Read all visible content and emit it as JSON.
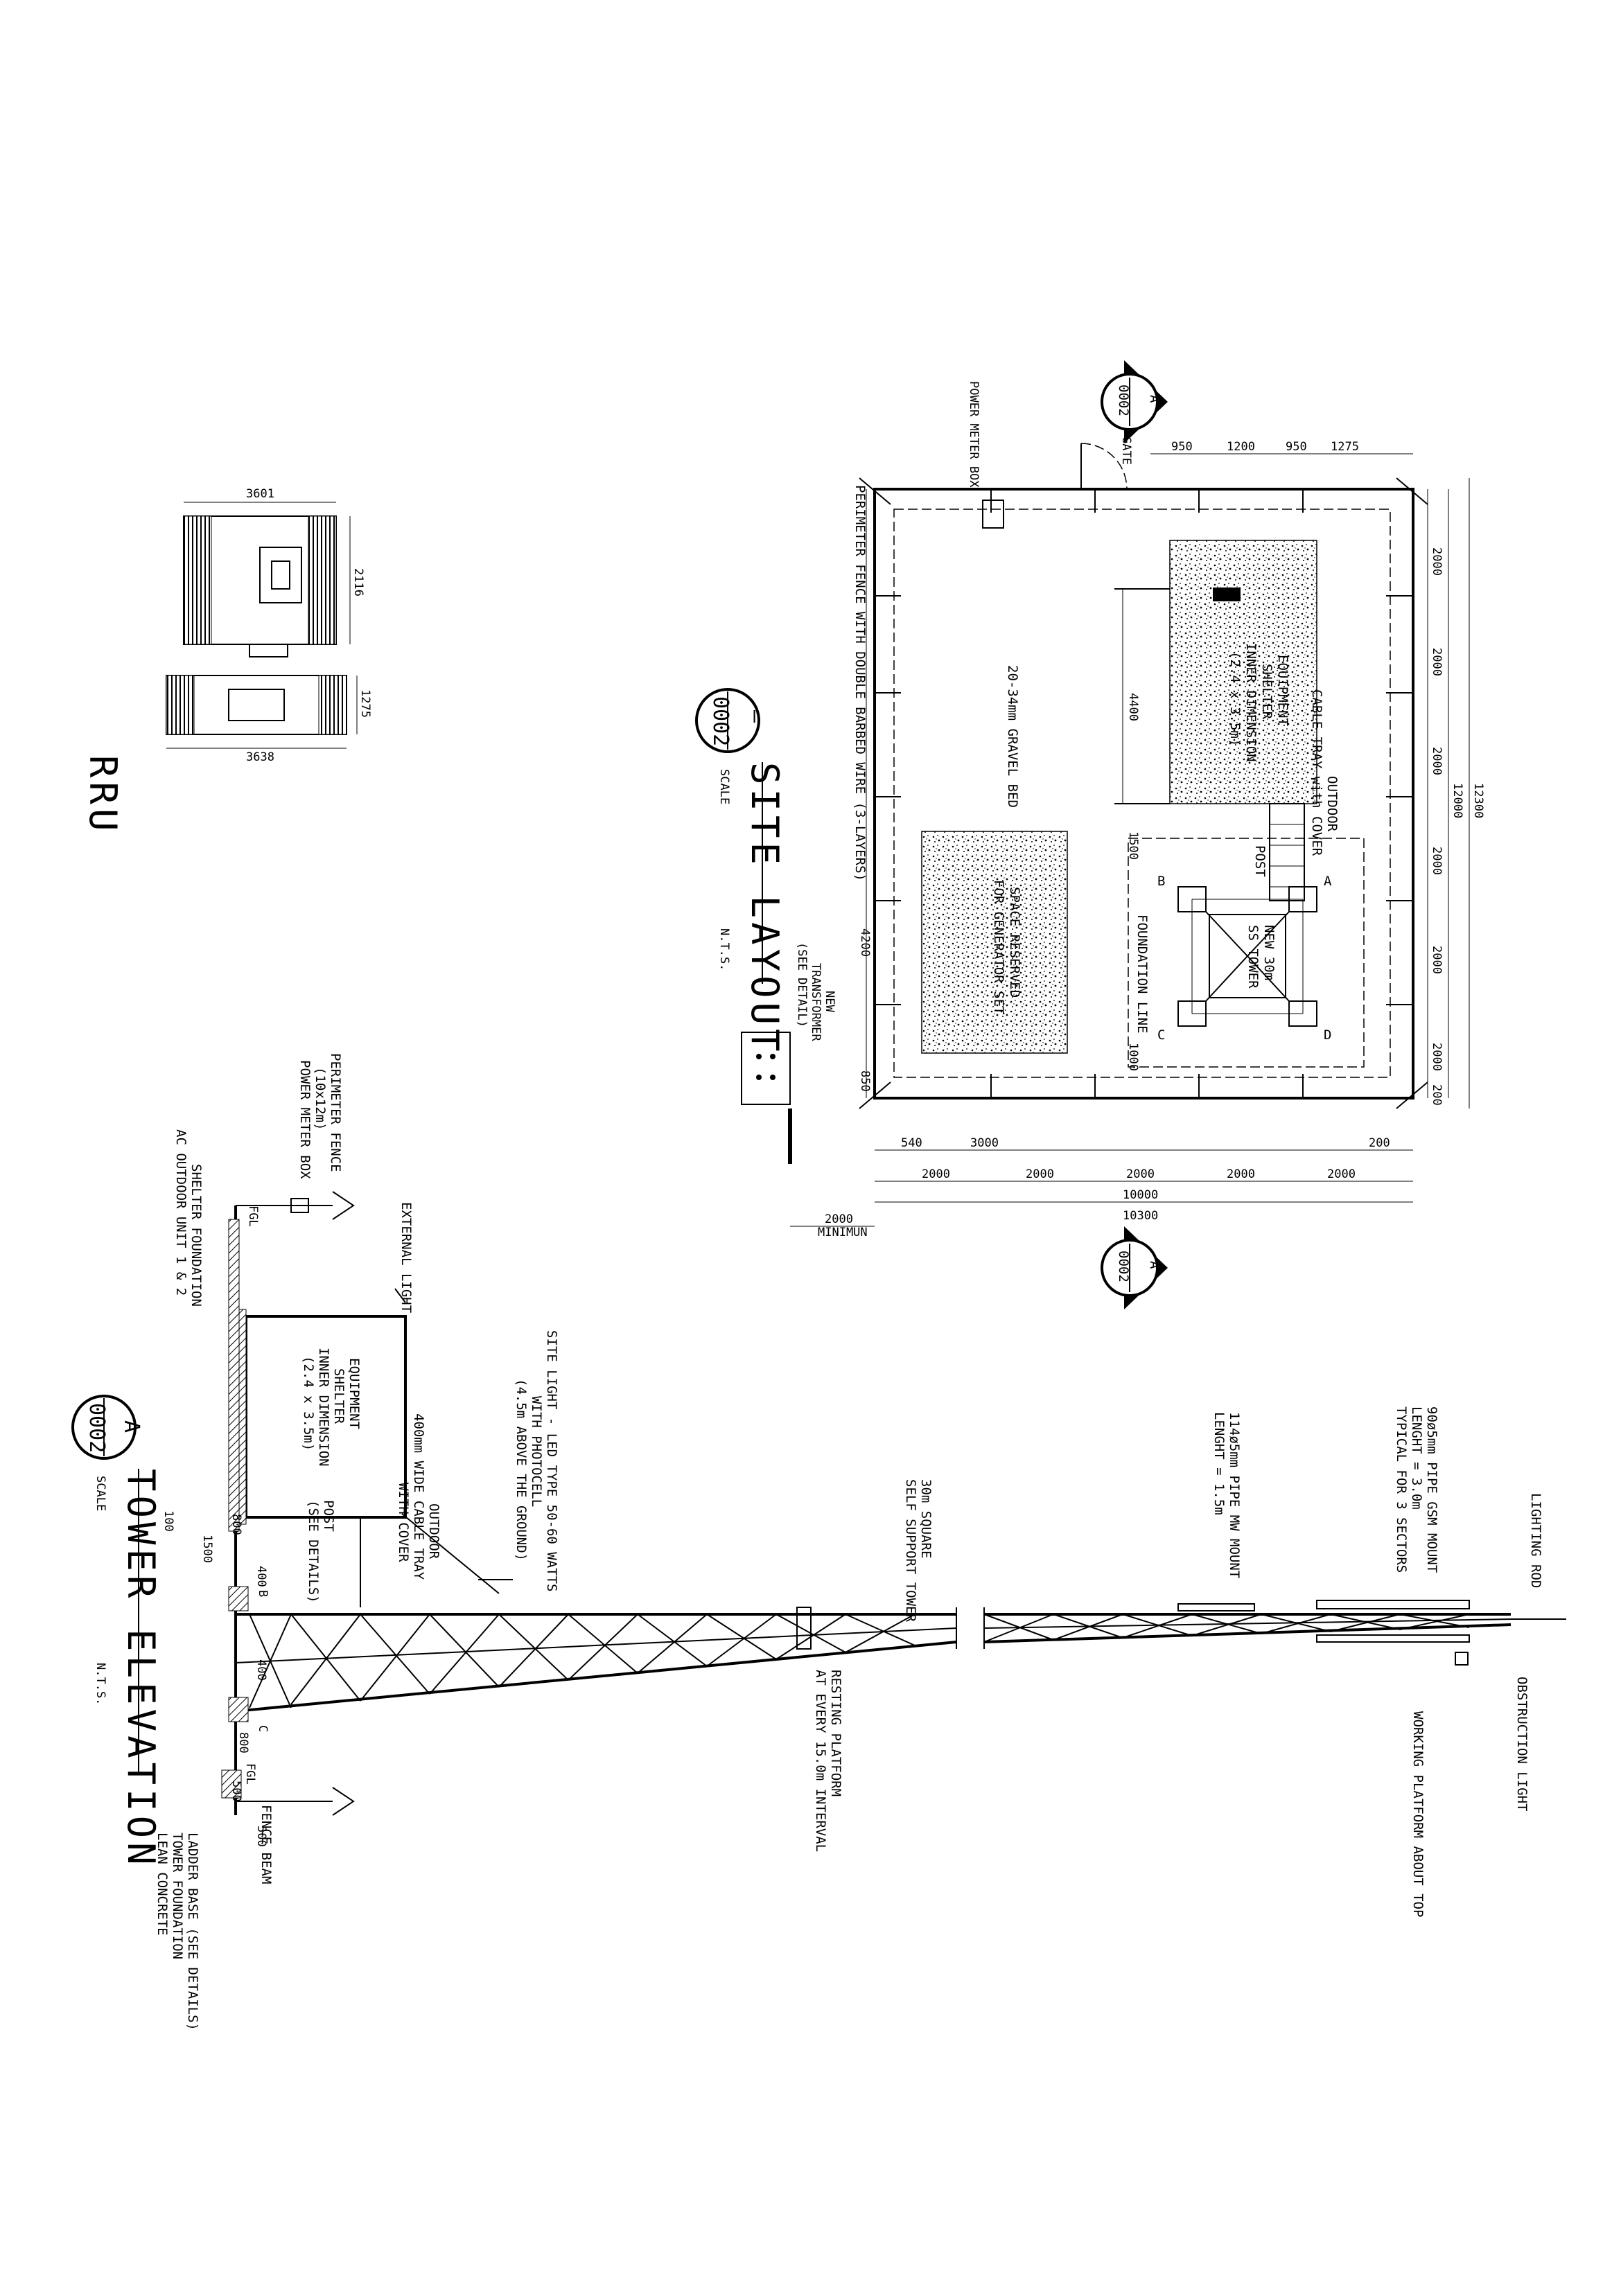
{
  "site_layout": {
    "title": "SITE LAYOUT",
    "scale_label": "SCALE",
    "scale_value": "N.T.S.",
    "bubble_top": "—",
    "bubble_bottom": "0002",
    "section_marker": {
      "letter": "A",
      "sheet": "0002"
    },
    "labels": {
      "power_meter_box": "POWER METER BOX",
      "gate": "GATE",
      "perimeter_fence": "PERIMETER FENCE WITH DOUBLE BARBED WIRE (3-LAYERS)",
      "gravel_bed": "20-34mm GRAVEL BED",
      "equipment_shelter_1": "EQUIPMENT",
      "equipment_shelter_2": "SHELTER",
      "equipment_shelter_3": "INNER DIMENSION",
      "equipment_shelter_4": "(2.4 x 3.5m)",
      "cable_tray_1": "OUTDOOR",
      "cable_tray_2": "CABLE TRAY with COVER",
      "post": "POST",
      "tower_1": "NEW 30m",
      "tower_2": "SS TOWER",
      "foundation_line": "FOUNDATION LINE",
      "space_reserved_1": "SPACE RESERVED",
      "space_reserved_2": "FOR GENERATOR SET",
      "transformer_1": "NEW",
      "transformer_2": "TRANSFORMER",
      "transformer_3": "(SEE DETAIL)",
      "minimun": "MINIMUN",
      "corner_a": "A",
      "corner_b": "B",
      "corner_c": "C",
      "corner_d": "D"
    },
    "dims": {
      "top_950a": "950",
      "top_1200": "1200",
      "top_950b": "950",
      "top_1275": "1275",
      "right_2000_1": "2000",
      "right_2000_2": "2000",
      "right_2000_3": "2000",
      "right_2000_4": "2000",
      "right_2000_5": "2000",
      "right_2000_6": "2000",
      "right_200": "200",
      "right_12000": "12000",
      "right_12300": "12300",
      "bottom_540": "540",
      "bottom_3000": "3000",
      "bottom_200": "200",
      "bottom_2000_1": "2000",
      "bottom_2000_2": "2000",
      "bottom_2000_3": "2000",
      "bottom_2000_4": "2000",
      "bottom_2000_5": "2000",
      "bottom_10000": "10000",
      "bottom_10300": "10300",
      "bottom_2000_min": "2000",
      "left_4400": "4400",
      "left_1500": "1500",
      "left_4200": "4200",
      "left_1000": "1000",
      "left_850": "850"
    }
  },
  "rru": {
    "title": "RRU",
    "dim_3601": "3601",
    "dim_2116": "2116",
    "dim_1275": "1275",
    "dim_3638": "3638"
  },
  "tower_elevation": {
    "title": "TOWER ELEVATION",
    "scale_label": "SCALE",
    "scale_value": "N.T.S.",
    "bubble_top": "A",
    "bubble_bottom": "0002",
    "labels": {
      "lighting_rod": "LIGHTING ROD",
      "gsm_mount_1": "90ø5mm PIPE GSM MOUNT",
      "gsm_mount_2": "LENGHT = 3.0m",
      "gsm_mount_3": "TYPICAL FOR 3 SECTORS",
      "mw_mount_1": "114ø5mm PIPE MW MOUNT",
      "mw_mount_2": "LENGHT = 1.5m",
      "self_support_1": "30m SQUARE",
      "self_support_2": "SELF SUPPORT TOWER",
      "site_light_1": "SITE LIGHT - LED TYPE 50-60 WATTS",
      "site_light_2": "WITH PHOTOCELL",
      "site_light_3": "(4.5m ABOVE THE GROUND)",
      "external_light": "EXTERNAL LIGHT",
      "perimeter_fence_1": "PERIMETER FENCE",
      "perimeter_fence_2": "(10x12m)",
      "power_meter_box": "POWER METER BOX",
      "shelter_foundation": "SHELTER FOUNDATION",
      "ac_outdoor": "AC OUTDOOR UNIT 1 & 2",
      "equipment_shelter_1": "EQUIPMENT",
      "equipment_shelter_2": "SHELTER",
      "equipment_shelter_3": "INNER DIMENSION",
      "equipment_shelter_4": "(2.4 x 3.5m)",
      "cable_tray_1": "OUTDOOR",
      "cable_tray_2": "400mm WIDE CABLE TRAY",
      "cable_tray_3": "WITH COVER",
      "post_1": "POST",
      "post_2": "(SEE DETAILS)",
      "obstruction_light": "OBSTRUCTION LIGHT",
      "working_platform": "WORKING PLATFORM ABOUT TOP",
      "resting_platform_1": "RESTING PLATFORM",
      "resting_platform_2": "AT EVERY 15.0m INTERVAL",
      "fence_beam": "FENCE BEAM",
      "ladder_base": "LADDER BASE (SEE DETAILS)",
      "tower_foundation": "TOWER FOUNDATION",
      "lean_concrete": "LEAN CONCRETE",
      "fgl_1": "FGL",
      "fgl_2": "FGL",
      "mark_b": "B",
      "mark_c": "C"
    },
    "dims": {
      "d100": "100",
      "d1500": "1500",
      "d800a": "800",
      "d400a": "400",
      "d400b": "400",
      "d800b": "800",
      "d500a": "500",
      "d500b": "500"
    }
  }
}
